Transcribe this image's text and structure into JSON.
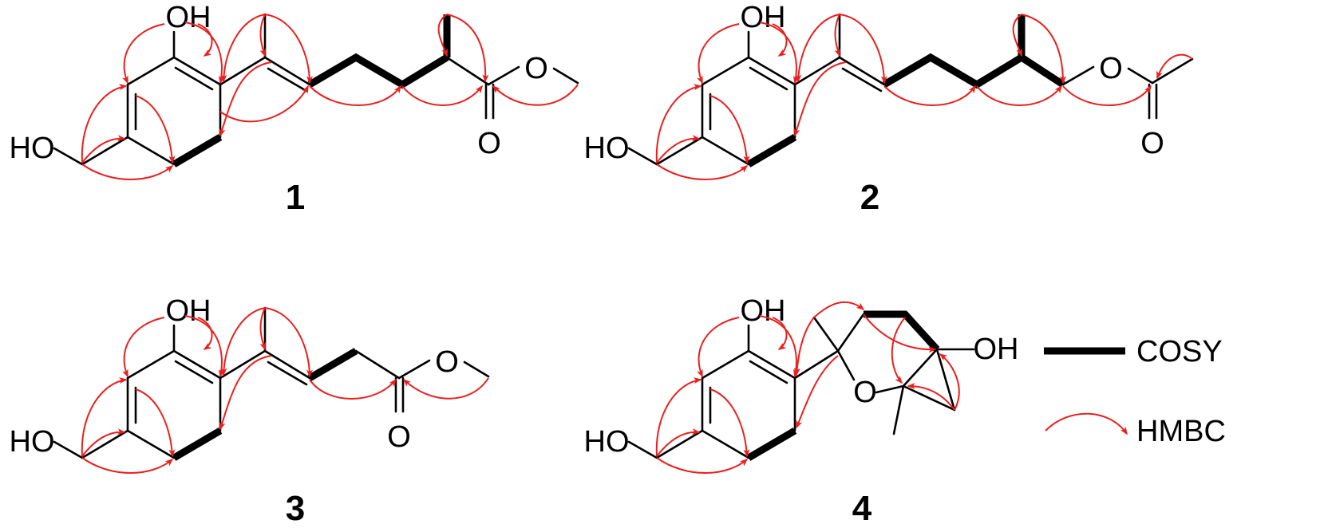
{
  "compounds": [
    {
      "id": "c1",
      "label": "1"
    },
    {
      "id": "c2",
      "label": "2"
    },
    {
      "id": "c3",
      "label": "3"
    },
    {
      "id": "c4",
      "label": "4"
    }
  ],
  "atoms": {
    "oh": "OH",
    "ho": "HO",
    "o": "O"
  },
  "legend": {
    "cosy_label": "COSY",
    "hmbc_label": "HMBC"
  },
  "colors": {
    "bond": "#000000",
    "hmbc_arrow": "#e8201f",
    "background": "#ffffff"
  }
}
